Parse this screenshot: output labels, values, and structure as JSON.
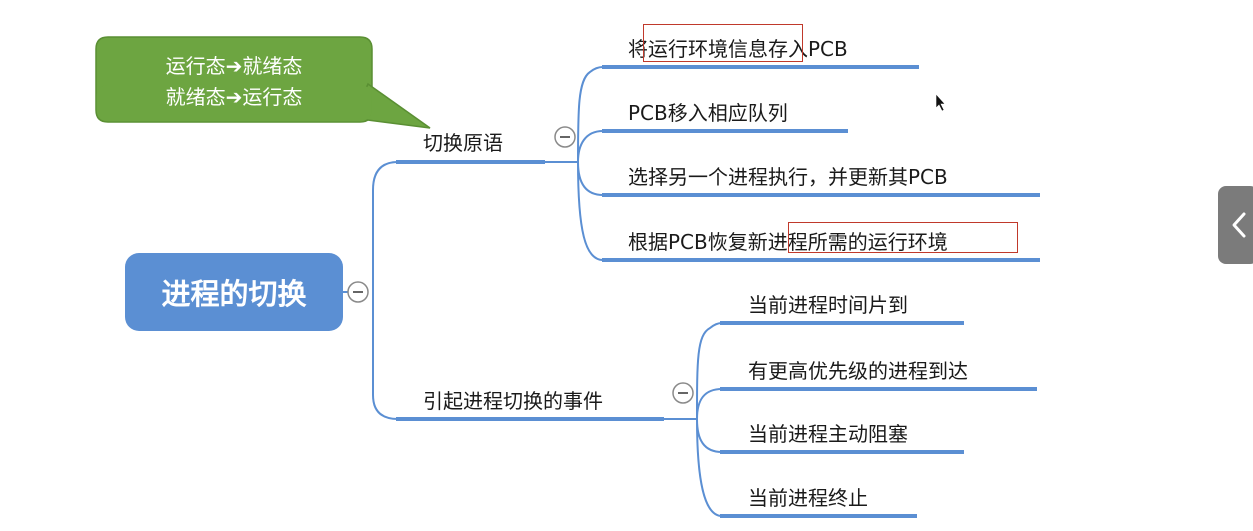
{
  "mindmap": {
    "root": "进程的切换",
    "callout": {
      "line1": "运行态➔就绪态",
      "line2": "就绪态➔运行态"
    },
    "branches": [
      {
        "label": "切换原语",
        "children": [
          "将运行环境信息存入PCB",
          "PCB移入相应队列",
          "选择另一个进程执行，并更新其PCB",
          "根据PCB恢复新进程所需的运行环境"
        ]
      },
      {
        "label": "引起进程切换的事件",
        "children": [
          "当前进程时间片到",
          "有更高优先级的进程到达",
          "当前进程主动阻塞",
          "当前进程终止"
        ]
      }
    ]
  },
  "colors": {
    "root_fill": "#5b8fd3",
    "underline": "#5b8fd3",
    "connector": "#5b8fd3",
    "callout_fill": "#6da541",
    "highlight_box": "#c0392b",
    "side_tab": "#7b7b7b"
  },
  "icons": {
    "collapse": "circle-minus-icon",
    "side_tab": "chevron-left-icon"
  }
}
